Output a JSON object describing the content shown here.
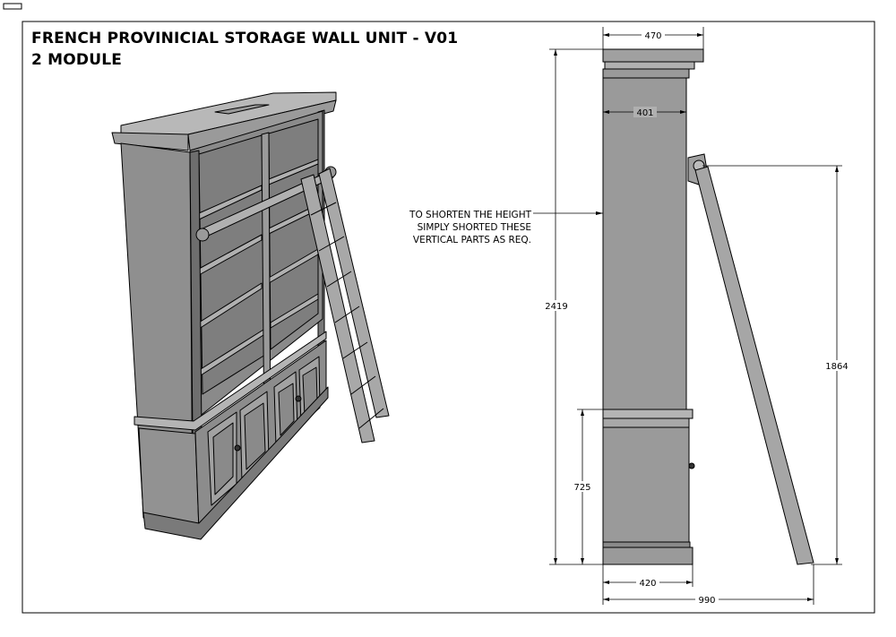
{
  "title": {
    "line1": "FRENCH PROVINICIAL STORAGE WALL UNIT - V01",
    "line2": "2 MODULE"
  },
  "note": {
    "line1": "TO SHORTEN THE HEIGHT",
    "line2": "SIMPLY SHORTED THESE",
    "line3": "VERTICAL PARTS AS REQ."
  },
  "dimensions": {
    "top_depth": "470",
    "inner_depth": "401",
    "total_height": "2419",
    "ladder_height": "1864",
    "base_height": "725",
    "base_depth": "420",
    "ladder_footprint": "990"
  },
  "colors": {
    "line": "#000000",
    "body_fill": "#9a9a9a",
    "body_light": "#b4b4b4",
    "body_dark": "#6e6e6e",
    "interior": "#858585",
    "ladder": "#a6a6a6"
  }
}
